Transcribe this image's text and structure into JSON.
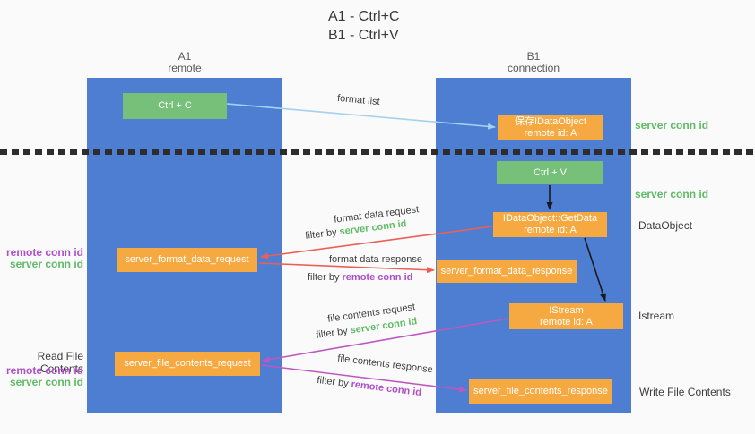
{
  "title": {
    "line1": "A1 - Ctrl+C",
    "line2": "B1 - Ctrl+V"
  },
  "columns": {
    "a1": {
      "id": "A1",
      "role": "remote"
    },
    "b1": {
      "id": "B1",
      "role": "connection"
    }
  },
  "boxes": {
    "ctrl_c": {
      "label": "Ctrl + C"
    },
    "save_dataobject": {
      "line1": "保存IDataObject",
      "line2": "remote id: A"
    },
    "ctrl_v": {
      "label": "Ctrl + V"
    },
    "getdata": {
      "line1": "IDataObject::GetData",
      "line2": "remote id: A"
    },
    "format_request": {
      "label": "server_format_data_request"
    },
    "format_response": {
      "label": "server_format_data_response"
    },
    "istream": {
      "line1": "IStream",
      "line2": "remote id: A"
    },
    "file_request": {
      "label": "server_file_contents_request"
    },
    "file_response": {
      "label": "server_file_contents_response"
    }
  },
  "arrows": {
    "format_list": {
      "label": "format list"
    },
    "format_data_request": {
      "label": "format data request",
      "filter_prefix": "filter by ",
      "filter_key": "server conn id"
    },
    "format_data_response": {
      "label": "format data response",
      "filter_prefix": "filter by ",
      "filter_key": "remote conn id"
    },
    "file_contents_request": {
      "label": "file contents request",
      "filter_prefix": "filter by ",
      "filter_key": "server conn id"
    },
    "file_contents_response": {
      "label": "file contents response",
      "filter_prefix": "filter by ",
      "filter_key": "remote conn id"
    }
  },
  "side_labels": {
    "right_server_conn_id_top": "server conn id",
    "right_server_conn_id_mid": "server conn id",
    "right_dataobject": "DataObject",
    "right_istream": "Istream",
    "right_write_file_contents": "Write File Contents",
    "left_remote_conn_id_top": "remote conn id",
    "left_server_conn_id_top": "server conn id",
    "left_read_file_contents": "Read File Contents",
    "left_remote_conn_id_bottom": "remote conn id",
    "left_server_conn_id_bottom": "server conn id"
  },
  "colors": {
    "column_blue": "#4d7ed2",
    "box_green": "#77c07a",
    "box_orange": "#f7a941",
    "arrow_lightblue": "#a3d1f0",
    "arrow_red": "#eb5f55",
    "arrow_magenta": "#bf57c3",
    "arrow_black": "#1a1a1a",
    "text_green": "#5fbb66",
    "text_purple": "#ae4fc8",
    "text_dark": "#3d3d3d"
  }
}
